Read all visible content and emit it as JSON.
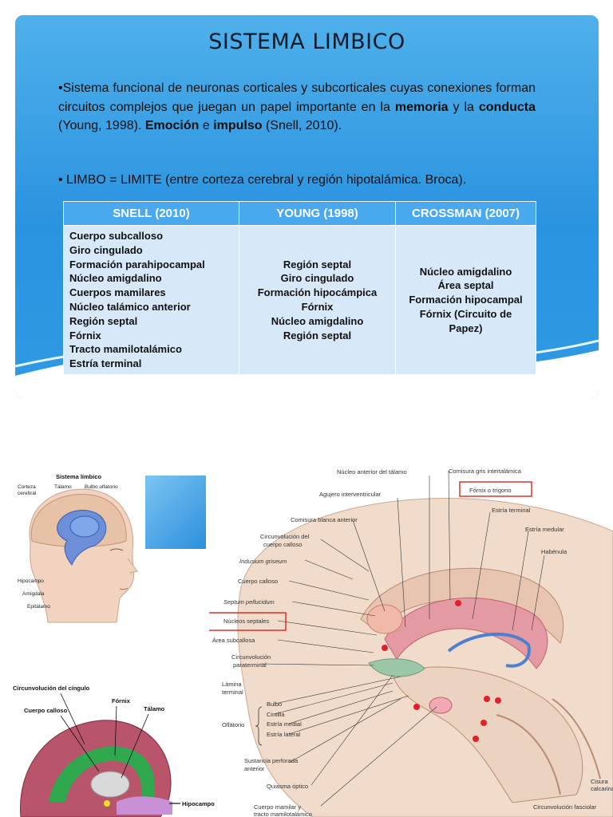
{
  "slide": {
    "title": "SISTEMA LIMBICO",
    "bullet1": {
      "marker": "•",
      "t1": "Sistema funcional de neuronas corticales y subcorticales cuyas conexiones forman circuitos complejos  que juegan un papel importante en la ",
      "b1": "memoria",
      "t2": " y la ",
      "b2": "conducta",
      "t3": " (Young, 1998). ",
      "b3": "Emoción",
      "t4": " e ",
      "b4": "impulso",
      "t5": " (Snell, 2010)."
    },
    "bullet2": "• LIMBO = LIMITE (entre corteza cerebral y región hipotalámica. Broca).",
    "table": {
      "headers": [
        "SNELL (2010)",
        "YOUNG (1998)",
        "CROSSMAN (2007)"
      ],
      "col1": [
        "Cuerpo subcalloso",
        "Giro cingulado",
        "Formación  parahipocampal",
        "Núcleo amigdalino",
        "Cuerpos mamilares",
        " Núcleo talámico anterior",
        "Región septal",
        "Fórnix",
        "Tracto mamilotalámico",
        "Estría terminal"
      ],
      "col2": [
        "Región septal",
        "Giro cingulado",
        "Formación hipocámpica",
        "Fórnix",
        "Núcleo amigdalino",
        "Región septal"
      ],
      "col3": [
        "Núcleo amigdalino",
        "Área septal",
        "Formación hipocampal",
        "Fórnix (Circuito de",
        "Papez)"
      ]
    }
  },
  "figure_head": {
    "title": "Sistema límbico",
    "labels": [
      "Corteza",
      "cerebral",
      "Tálamo",
      "Bulbo olfatorio",
      "Hipocampo",
      "Amígdala",
      "Epitálamo"
    ]
  },
  "figure_brain": {
    "labels": [
      "Circunvolución del cíngulo",
      "Fórnix",
      "Cuerpo calloso",
      "Tálamo",
      "Hipocampo"
    ]
  },
  "figure_section": {
    "labels": {
      "nucleo_anterior": "Núcleo anterior del tálamo",
      "comisura_gris": "Comisura gris intertalámica",
      "agujero": "Agujero interventricular",
      "fornix": "Fórnix o trígono",
      "estria_terminal": "Estría terminal",
      "comisura_blanca": "Comisura blanca anterior",
      "estria_medular": "Estría medular",
      "circ_cuerpo_calloso_1": "Circunvolución del",
      "circ_cuerpo_calloso_2": "cuerpo calloso",
      "habenula": "Habénula",
      "indusium": "Indusium griseum",
      "cuerpo_calloso": "Cuerpo calloso",
      "septum": "Septum pellucidum",
      "nucleos_septales": "Núcleos septales",
      "area_subcallosa": "Área subcallosa",
      "circ_paraterminal_1": "Circunvolución",
      "circ_paraterminal_2": "paraterminal",
      "lamina_1": "Lámina",
      "lamina_2": "terminal",
      "olfatorio": "Olfatorio",
      "bulbo": "Bulbo",
      "cintilla": "Cintilla",
      "estria_medial": "Estría medial",
      "estria_lateral": "Estría lateral",
      "sustancia_1": "Sustancia perforada",
      "sustancia_2": "anterior",
      "quiasma": "Quiasma óptico",
      "cuerpo_mamilar_1": "Cuerpo mamilar y",
      "cuerpo_mamilar_2": "tracto mamilotalámico",
      "cisura_1": "Cisura",
      "cisura_2": "calcarina",
      "circ_fasciolar": "Circunvolución fasciolar"
    }
  },
  "colors": {
    "slide_top": "#4fb0ea",
    "slide_bottom": "#2a93e0",
    "table_header": "#4aa8ee",
    "table_body": "#d7e9f8",
    "highlight_box": "#d9261c"
  }
}
